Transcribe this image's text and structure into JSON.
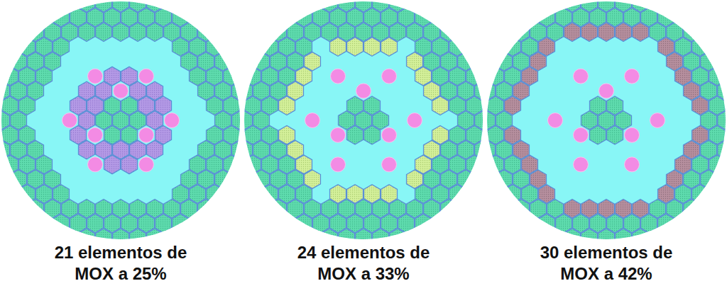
{
  "diagram": {
    "labels": [
      "21 elementos de MOX a 25%",
      "24 elementos de MOX a 33%",
      "30 elementos de MOX a 42%"
    ]
  }
}
